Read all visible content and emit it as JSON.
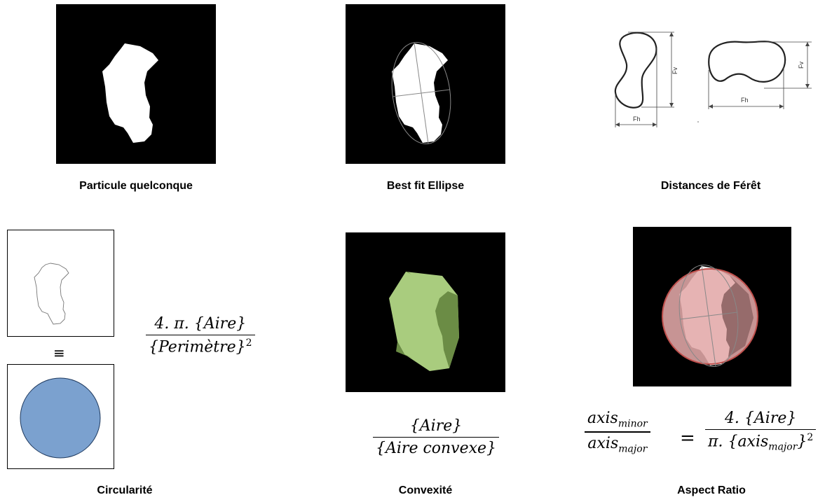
{
  "captions": {
    "particule": "Particule quelconque",
    "ellipse": "Best fit Ellipse",
    "feret": "Distances de Férêt",
    "circularite": "Circularité",
    "convexite": "Convexité",
    "aspect": "Aspect Ratio"
  },
  "feret_labels": {
    "fv": "Fv",
    "fh": "Fh"
  },
  "circularity_formula": {
    "numerator": "4. π. {Aire}",
    "denominator": "{Perimètre}",
    "exponent": "2",
    "equiv": "≡"
  },
  "convexity_formula": {
    "numerator": "{Aire}",
    "denominator": "{Aire convexe}"
  },
  "aspect_formula": {
    "left_num": "axis",
    "left_num_sub": "minor",
    "left_den": "axis",
    "left_den_sub": "major",
    "equals": "=",
    "right_num": "4. {Aire}",
    "right_den_pre": "π. {axis",
    "right_den_sub": "major",
    "right_den_post": "}",
    "exponent": "2"
  },
  "colors": {
    "convex_fill": "#a9cc7e",
    "convex_dark": "#6b8c45",
    "circle_fill": "#7ba1cf",
    "aspect_fill": "#e3a8a8",
    "aspect_stroke": "#c0504d"
  }
}
